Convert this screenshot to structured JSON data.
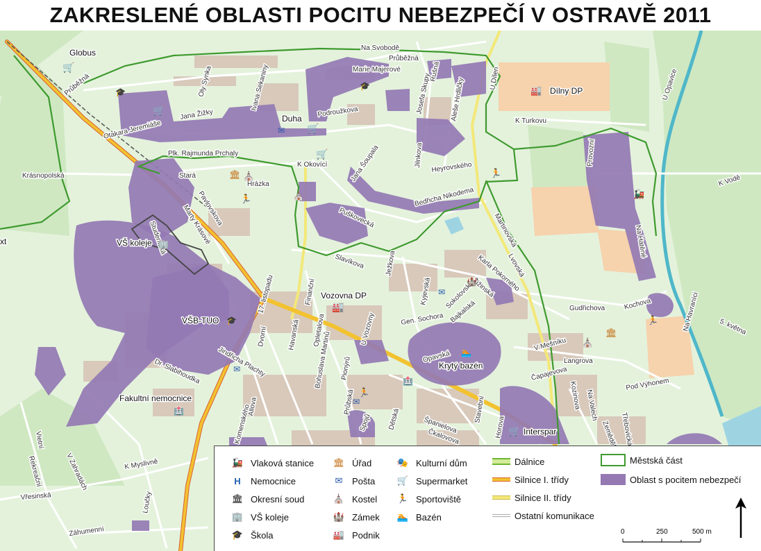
{
  "title": "ZAKRESLENÉ OBLASTI POCITU NEBEZPEČÍ V OSTRAVĚ 2011",
  "places": {
    "globus": "Globus",
    "duha": "Duha",
    "dilny_dp": "Dílny DP",
    "vs_koleje": "VŠ koleje",
    "vsb_tuo": "VŠB-TUO",
    "vozovna_dp": "Vozovna DP",
    "kryty_bazen": "Krytý bazén",
    "fakultni_nemocnice": "Fakultní nemocnice",
    "interspar": "Interspar",
    "edge_text": "xt"
  },
  "streets": [
    "Na Svobodě",
    "Průběžná",
    "Průběžná",
    "Marie Majerové",
    "Rušná",
    "U Dílen",
    "Oly Synka",
    "Ivana Sekaniny",
    "Jana Žižky",
    "Otakara Jeremiáše",
    "Podroužkova",
    "Josefa Skupy",
    "Aleše Hrdličky",
    "K Turkovu",
    "U Opavice",
    "Plk. Rajmunda Prchaly",
    "K Okovící",
    "Krásnopolská",
    "Stará",
    "Hrázka",
    "Jana Šoupala",
    "Jilnkova",
    "Heyrovského",
    "Provozní",
    "K Vodě",
    "Pavlovskova",
    "Marty Krásové",
    "Studentská",
    "Puškovecká",
    "Bedřicha Nikodema",
    "Martinovská",
    "Na Hatěné",
    "Slavíkova",
    "17. listopadu",
    "Finanční",
    "Ježkova",
    "Karla Pokorného",
    "Lvovská",
    "Žižinská",
    "Kyjevská",
    "Sokolovská",
    "Bajkalská",
    "Gen. Sochora",
    "Gudřichova",
    "Kochova",
    "Na Havraníci",
    "5. května",
    "Havanská",
    "Opletalova",
    "U Vozovny",
    "Dr. Slabihoudka",
    "Jindřicha Plachty",
    "Bohuslava Martinů",
    "Pionýrů",
    "Opavská",
    "V Mešníku",
    "Čapajevova",
    "Langrova",
    "Pod Výhonem",
    "Vietní",
    "Průbská",
    "Spojů",
    "Dětská",
    "Španielova",
    "Čkalovova",
    "Stavební",
    "Kozinova",
    "Na Valech",
    "Zemědělská",
    "Třebovická",
    "Rekreační",
    "V Zahradách",
    "K Myslivně",
    "Vřesinská",
    "Záhumenní",
    "Loučky",
    "Allova",
    "Dvorní",
    "Komenského",
    "Horova"
  ],
  "legend": {
    "items": [
      {
        "label": "Vlaková stanice",
        "icon": "train-icon"
      },
      {
        "label": "Nemocnice",
        "icon": "hospital-icon"
      },
      {
        "label": "Okresní soud",
        "icon": "court-icon"
      },
      {
        "label": "VŠ koleje",
        "icon": "dormitory-icon"
      },
      {
        "label": "Škola",
        "icon": "school-icon"
      },
      {
        "label": "Úřad",
        "icon": "office-icon"
      },
      {
        "label": "Pošta",
        "icon": "post-icon"
      },
      {
        "label": "Kostel",
        "icon": "church-icon"
      },
      {
        "label": "Zámek",
        "icon": "castle-icon"
      },
      {
        "label": "Podnik",
        "icon": "factory-icon"
      },
      {
        "label": "Kulturní dům",
        "icon": "culture-house-icon"
      },
      {
        "label": "Supermarket",
        "icon": "supermarket-icon"
      },
      {
        "label": "Sportoviště",
        "icon": "sports-icon"
      },
      {
        "label": "Bazén",
        "icon": "pool-icon"
      },
      {
        "label": "Dálnice",
        "icon": "highway-line"
      },
      {
        "label": "Silnice I. třídy",
        "icon": "road-class1-line"
      },
      {
        "label": "Silnice II. třídy",
        "icon": "road-class2-line"
      },
      {
        "label": "Ostatní komunikace",
        "icon": "other-road-line"
      },
      {
        "label": "Městská část",
        "icon": "district-boundary"
      },
      {
        "label": "Oblast s pocitem nebezpečí",
        "icon": "danger-area"
      }
    ],
    "scale": {
      "ticks": [
        "0",
        "250",
        "500 m"
      ]
    }
  },
  "colors": {
    "background": "#e4f2dc",
    "danger_area": "#9479b3",
    "district_boundary": "#3e9a2e",
    "highway": "#6fb52f",
    "road_class1": "#f2c230",
    "road_class2": "#f3e879",
    "river": "#4fb7c9",
    "building": "#d7c7b7",
    "industrial": "#f6d2ad"
  }
}
